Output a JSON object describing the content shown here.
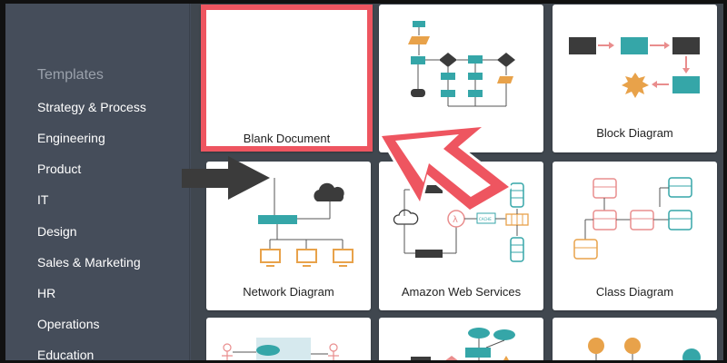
{
  "sidebar": {
    "heading": "Templates",
    "items": [
      {
        "label": "Strategy & Process"
      },
      {
        "label": "Engineering"
      },
      {
        "label": "Product"
      },
      {
        "label": "IT"
      },
      {
        "label": "Design"
      },
      {
        "label": "Sales & Marketing"
      },
      {
        "label": "HR"
      },
      {
        "label": "Operations"
      },
      {
        "label": "Education"
      }
    ]
  },
  "templates": [
    {
      "label": "Blank Document",
      "selected": true
    },
    {
      "label": "",
      "icon": "flowchart-thumbnail"
    },
    {
      "label": "Block Diagram",
      "icon": "block-diagram-thumbnail"
    },
    {
      "label": "Network Diagram",
      "icon": "network-diagram-thumbnail"
    },
    {
      "label": "Amazon Web Services",
      "icon": "aws-diagram-thumbnail"
    },
    {
      "label": "Class Diagram",
      "icon": "class-diagram-thumbnail"
    },
    {
      "label": "",
      "icon": "use-case-thumbnail"
    },
    {
      "label": "",
      "icon": "er-diagram-thumbnail"
    },
    {
      "label": "",
      "icon": "mind-map-thumbnail"
    }
  ],
  "aws_thumbnail": {
    "cache_label": "CACHE"
  },
  "colors": {
    "sidebar_bg": "#454d5a",
    "selection": "#ee5560",
    "teal": "#35a6a8",
    "dark": "#3b3b3b",
    "orange": "#e8a24a",
    "pink": "#e98d8d"
  },
  "annotations": [
    {
      "icon": "right-arrow-pointer-icon"
    },
    {
      "icon": "up-left-arrow-pointer-icon"
    }
  ]
}
